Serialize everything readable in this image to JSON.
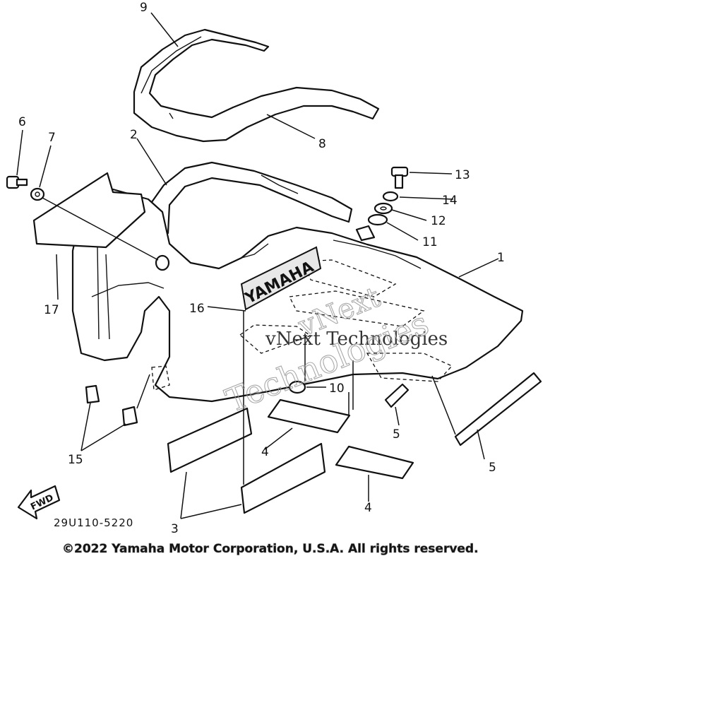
{
  "diagram": {
    "part_numbers": [
      {
        "id": "9",
        "text": "9"
      },
      {
        "id": "8",
        "text": "8"
      },
      {
        "id": "6",
        "text": "6"
      },
      {
        "id": "7",
        "text": "7"
      },
      {
        "id": "2",
        "text": "2"
      },
      {
        "id": "13",
        "text": "13"
      },
      {
        "id": "14",
        "text": "14"
      },
      {
        "id": "12",
        "text": "12"
      },
      {
        "id": "11",
        "text": "11"
      },
      {
        "id": "1",
        "text": "1"
      },
      {
        "id": "17",
        "text": "17"
      },
      {
        "id": "16",
        "text": "16"
      },
      {
        "id": "10",
        "text": "10"
      },
      {
        "id": "5a",
        "text": "5"
      },
      {
        "id": "5b",
        "text": "5"
      },
      {
        "id": "15",
        "text": "15"
      },
      {
        "id": "4a",
        "text": "4"
      },
      {
        "id": "4b",
        "text": "4"
      },
      {
        "id": "3",
        "text": "3"
      }
    ],
    "brand_decal": "YAMAHA",
    "fwd_label": "FWD",
    "drawing_code": "29U110-5220",
    "copyright": "©2022 Yamaha Motor Corporation, U.S.A. All rights reserved.",
    "watermark_lines": [
      "vNext Technologies",
      "vNext",
      "Technologies"
    ]
  }
}
